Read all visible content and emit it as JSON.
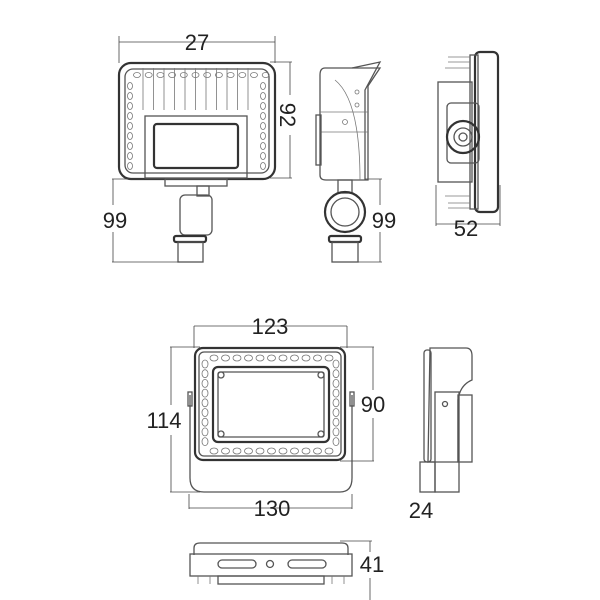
{
  "title": "Floodlight dimension drawing",
  "top_views": {
    "front_width": "27",
    "front_height": "92",
    "front_bracket_height": "99",
    "side_bracket_height": "99",
    "rear_depth": "52"
  },
  "bottom_views": {
    "front_width": "123",
    "total_height": "114",
    "housing_height": "90",
    "bracket_width": "130",
    "side_depth": "24",
    "bottom_height": "41"
  },
  "colors": {
    "line": "#555555",
    "text": "#222222"
  }
}
